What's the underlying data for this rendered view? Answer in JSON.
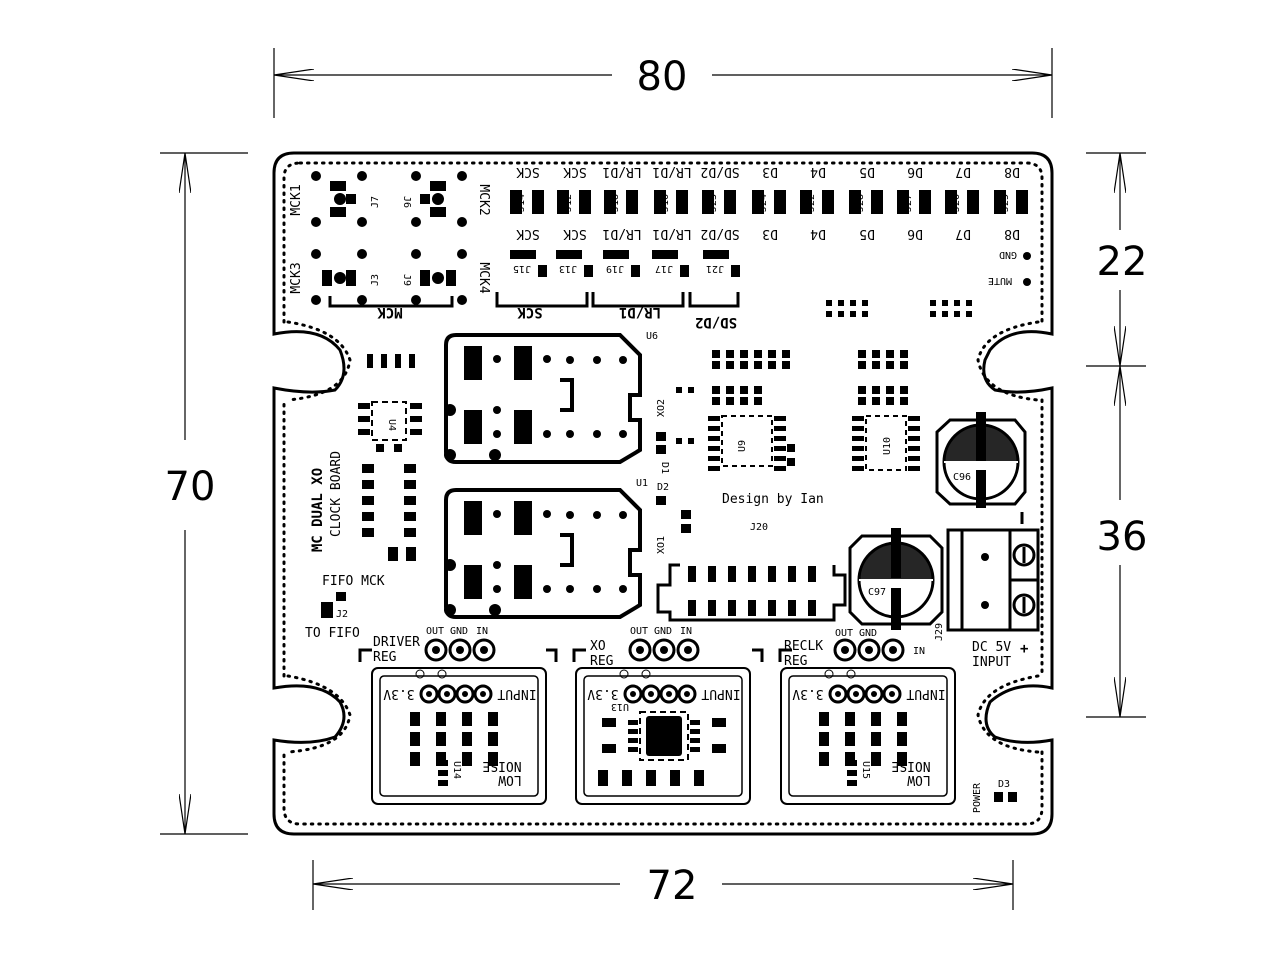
{
  "dimensions": {
    "top": "80",
    "bottom": "72",
    "left": "70",
    "right_upper": "22",
    "right_lower": "36"
  },
  "board": {
    "title": "MC DUAL XO",
    "subtitle": "CLOCK BOARD",
    "credit": "Design by Ian",
    "mck": [
      "MCK1",
      "MCK2",
      "MCK3",
      "MCK4"
    ],
    "mck_main": "MCK",
    "mck_refs": [
      "J7",
      "J6",
      "J3",
      "J9"
    ],
    "top_row_labels": [
      "SCK",
      "SCK",
      "LR/D1",
      "LR/D1",
      "SD/D2",
      "D3",
      "D4",
      "D5",
      "D6",
      "D7",
      "D8"
    ],
    "top_row_refs": [
      "J14",
      "J12",
      "J18",
      "J16",
      "J23",
      "J24",
      "J22",
      "J28",
      "J27",
      "J26",
      "J25"
    ],
    "mid_row_labels": [
      "SCK",
      "SCK",
      "LR/D1",
      "LR/D1",
      "SD/D2",
      "D3",
      "D4",
      "D5",
      "D6",
      "D7",
      "D8"
    ],
    "lower_refs": [
      "J15",
      "J13",
      "J19",
      "J17",
      "J21"
    ],
    "group_labels": [
      "SCK",
      "LR/D1",
      "SD/D2"
    ],
    "side_labels": [
      "GND",
      "MUTE"
    ],
    "chip_refs": [
      "U6",
      "XO2",
      "D1",
      "U1",
      "D2",
      "XO1",
      "U4",
      "U9",
      "U10",
      "J20",
      "J2",
      "J29",
      "C96",
      "C97",
      "D3"
    ],
    "fifo_mck": "FIFO MCK",
    "to_fifo": "TO FIFO",
    "reg_blocks": [
      {
        "name": "DRIVER",
        "reg": "REG",
        "ref": "U14",
        "noise": "NOISE",
        "low": "LOW"
      },
      {
        "name": "XO",
        "reg": "REG",
        "ref": "U13",
        "noise": "",
        "low": ""
      },
      {
        "name": "RECLK",
        "reg": "REG",
        "ref": "U15",
        "noise": "NOISE",
        "low": "LOW"
      }
    ],
    "pin_labels": {
      "out": "OUT",
      "gnd": "GND",
      "in": "IN",
      "input": "INPUT",
      "v33": "3.3V"
    },
    "power_in": {
      "line1": "DC 5V",
      "line2": "INPUT",
      "plus": "+"
    },
    "power_led": "POWER"
  }
}
